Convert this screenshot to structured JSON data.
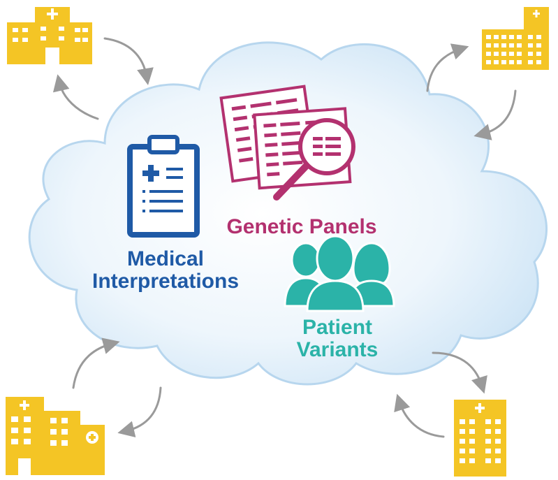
{
  "labels": {
    "medical_line1": "Medical",
    "medical_line2": "Interpretations",
    "genetic": "Genetic Panels",
    "patient_line1": "Patient",
    "patient_line2": "Variants"
  },
  "colors": {
    "blue": "#1f5aa6",
    "magenta": "#b3316f",
    "teal": "#2bb3a8",
    "yellow": "#f4c525",
    "arrow": "#9a9a9a",
    "cloud_edge": "#b7d6ee",
    "cloud_fill": "#e4f1fb"
  },
  "icons": {
    "hospital_top_left": "hospital-building-icon",
    "hospital_top_right": "hospital-building-icon",
    "hospital_bottom_left": "hospital-building-icon",
    "hospital_bottom_right": "hospital-tower-icon",
    "clipboard": "clipboard-icon",
    "documents": "genetic-panel-documents-icon",
    "magnifier": "magnifier-icon",
    "people": "patient-group-icon"
  }
}
